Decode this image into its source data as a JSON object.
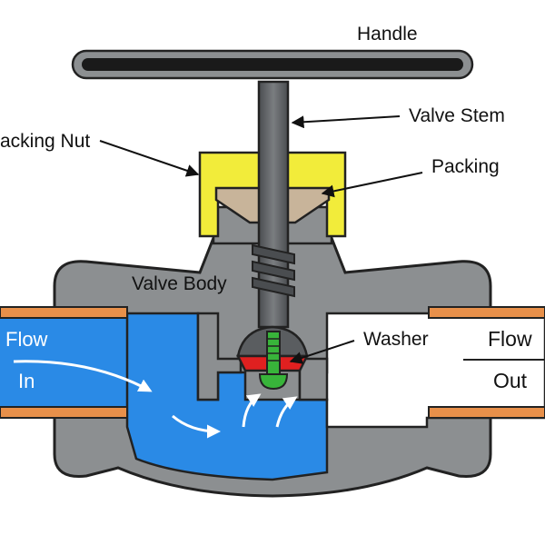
{
  "labels": {
    "handle": "Handle",
    "valve_stem": "Valve Stem",
    "packing_nut": "Packing Nut",
    "packing": "Packing",
    "valve_body": "Valve Body",
    "washer": "Washer",
    "flow_in_top": "Flow",
    "flow_in_bottom": "In",
    "flow_out_top": "Flow",
    "flow_out_bottom": "Out"
  },
  "colors": {
    "body": "#8c8f91",
    "water": "#2a8ae6",
    "packing_nut": "#f2ec3a",
    "packing": "#c8b49a",
    "washer": "#e02020",
    "screw": "#38b43a",
    "pipe_wall": "#e8904a",
    "stem": "#5a5d60",
    "handle": "#1a1a1a",
    "outline": "#222222"
  },
  "icons": {
    "flow_arrows": "curved-arrow-icon",
    "callout_arrows": "pointer-arrow-icon"
  }
}
